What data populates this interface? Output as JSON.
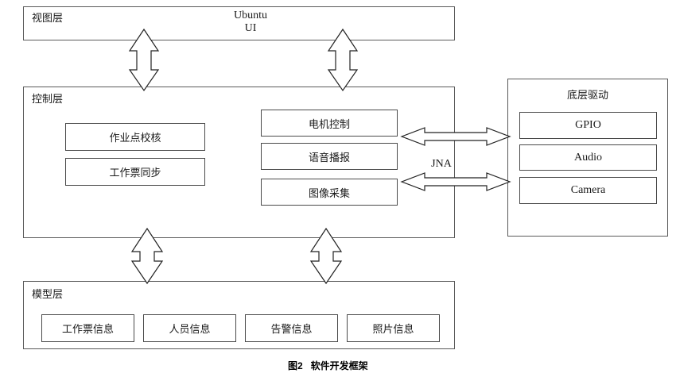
{
  "figure": {
    "caption": "图2   软件开发框架"
  },
  "view_layer": {
    "title": "视图层",
    "platform_label": "Ubuntu\nUI"
  },
  "control_layer": {
    "title": "控制层",
    "left_modules": [
      {
        "label": "作业点校核"
      },
      {
        "label": "工作票同步"
      }
    ],
    "right_modules": [
      {
        "label": "电机控制"
      },
      {
        "label": "语音播报"
      },
      {
        "label": "图像采集"
      }
    ],
    "bridge_label": "JNA"
  },
  "driver_layer": {
    "title": "底层驱动",
    "modules": [
      {
        "label": "GPIO"
      },
      {
        "label": "Audio"
      },
      {
        "label": "Camera"
      }
    ]
  },
  "model_layer": {
    "title": "模型层",
    "modules": [
      {
        "label": "工作票信息"
      },
      {
        "label": "人员信息"
      },
      {
        "label": "告警信息"
      },
      {
        "label": "照片信息"
      }
    ]
  },
  "style": {
    "box_border": "#5a5a5a",
    "unit_border": "#4a4a4a",
    "arrow_stroke": "#222222",
    "text_color": "#1a1a1a",
    "background": "#ffffff"
  }
}
